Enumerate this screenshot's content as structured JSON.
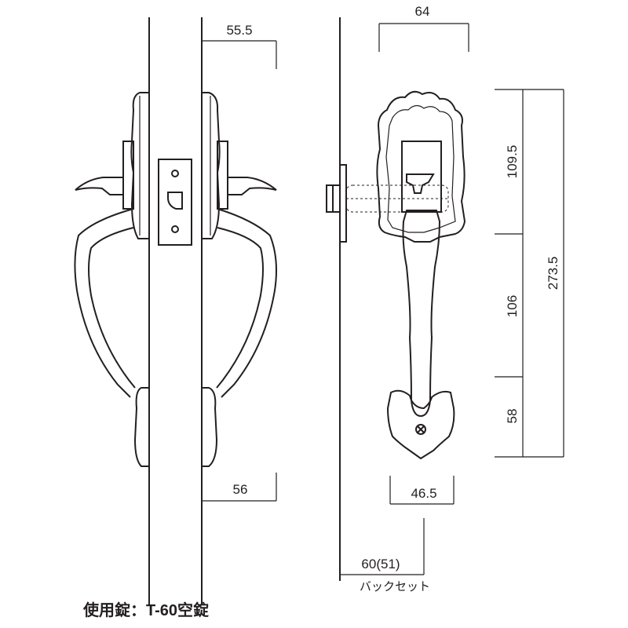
{
  "dimensions": {
    "side_top_width": "55.5",
    "side_bottom_width": "56",
    "front_top_width": "64",
    "front_bottom_width": "46.5",
    "height_upper": "109.5",
    "height_middle": "106",
    "height_lower": "58",
    "height_total": "273.5",
    "backset": "60(51)"
  },
  "labels": {
    "backset_caption": "バックセット",
    "lock_note": "使用錠：T-60空錠"
  },
  "colors": {
    "line": "#231f20",
    "background": "#ffffff"
  }
}
